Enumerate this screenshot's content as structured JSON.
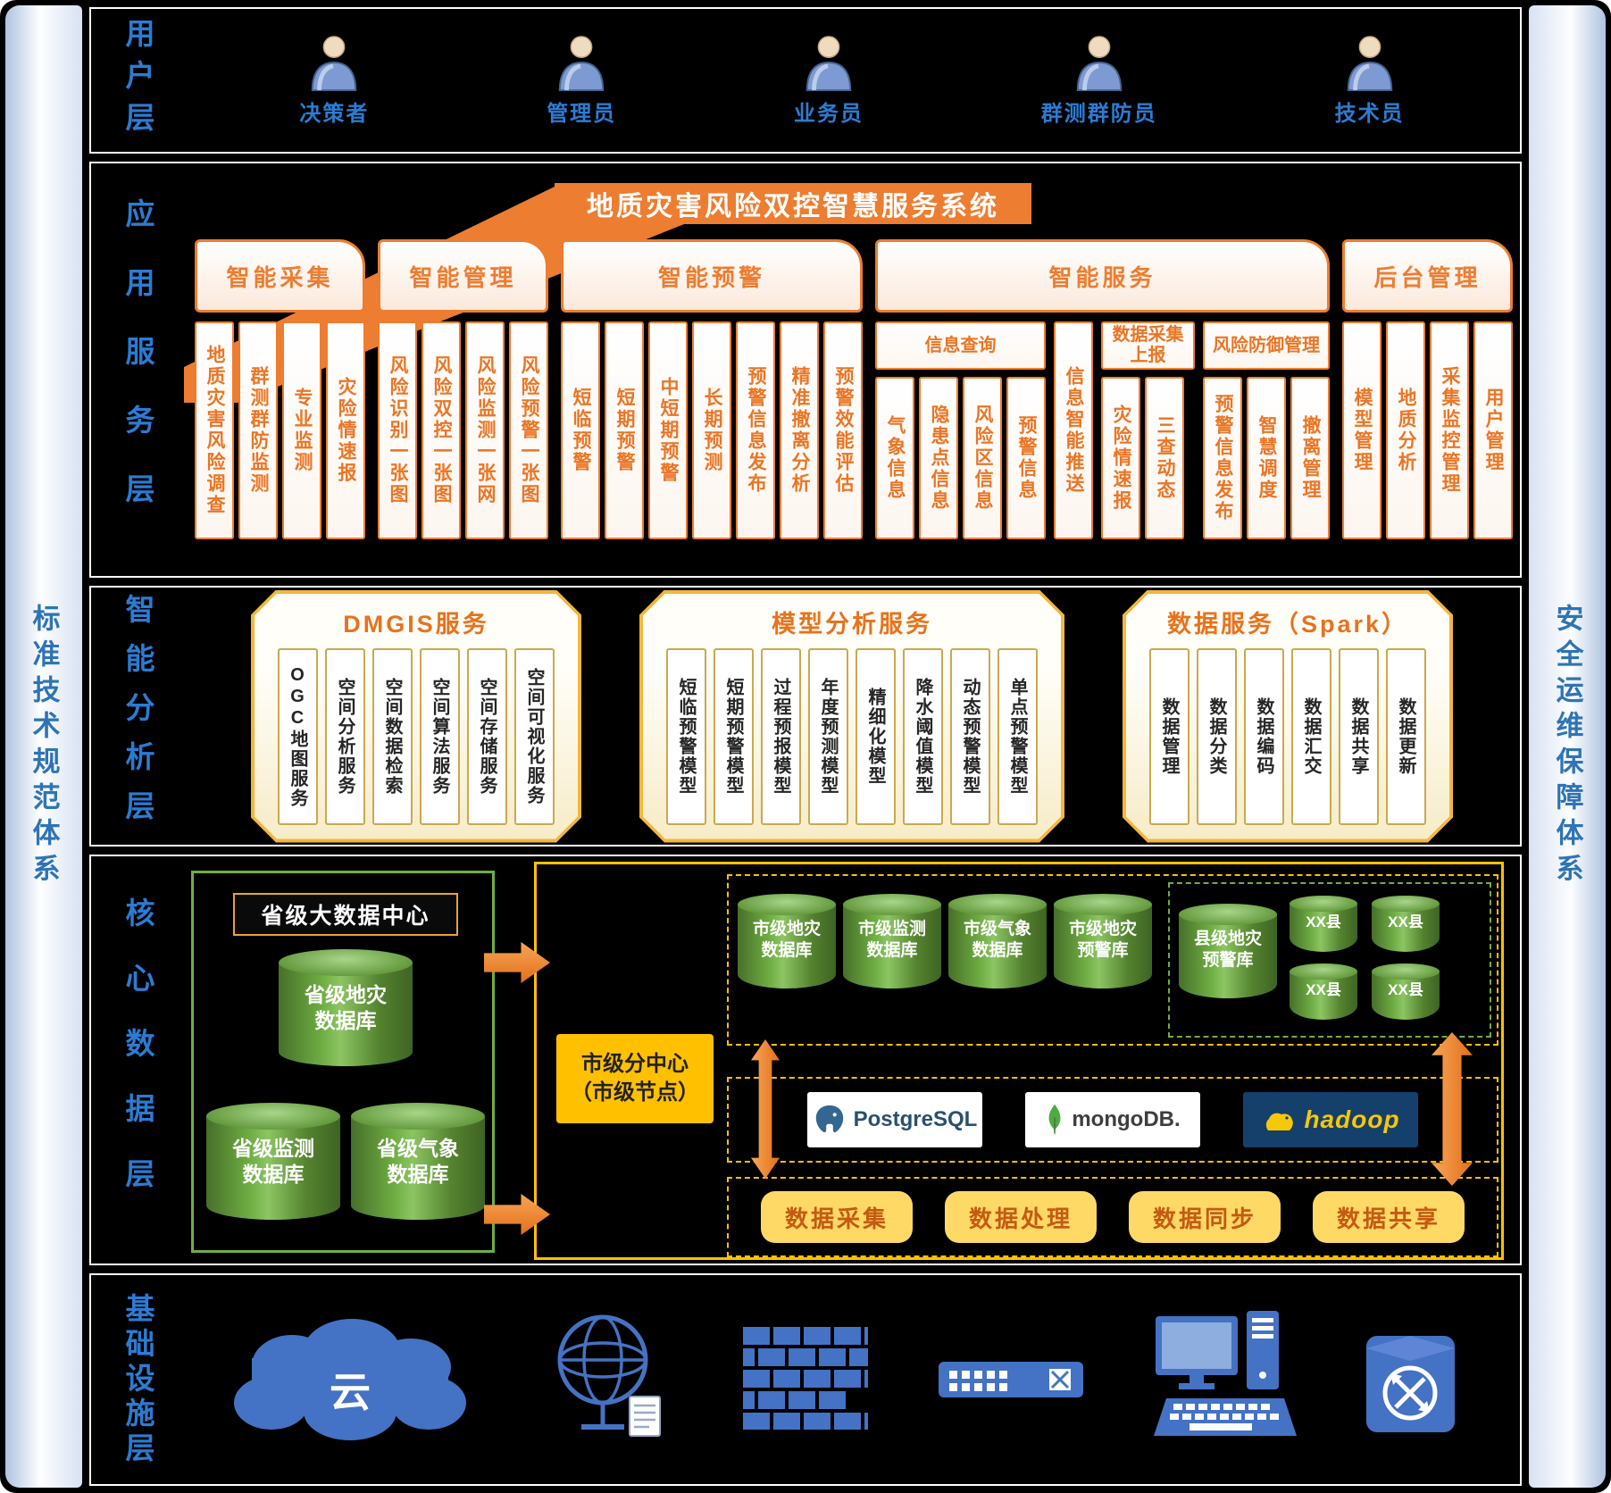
{
  "frame": {
    "left_sidebar": "标准技术规范体系",
    "right_sidebar": "安全运维保障体系"
  },
  "user_layer": {
    "label": "用户层",
    "users": [
      "决策者",
      "管理员",
      "业务员",
      "群测群防员",
      "技术员"
    ]
  },
  "app_layer": {
    "label": "应用服务层",
    "banner": "地质灾害风险双控智慧服务系统",
    "groups": [
      {
        "name": "智能采集",
        "items": [
          "地质灾害风险调查",
          "群测群防监测",
          "专业监测",
          "灾险情速报"
        ]
      },
      {
        "name": "智能管理",
        "items": [
          "风险识别一张图",
          "风险双控一张图",
          "风险监测一张网",
          "风险预警一张图"
        ]
      },
      {
        "name": "智能预警",
        "items": [
          "短临预警",
          "短期预警",
          "中短期预警",
          "长期预测",
          "预警信息发布",
          "精准撤离分析",
          "预警效能评估"
        ]
      },
      {
        "name": "智能服务",
        "subgroups": [
          {
            "name": "信息查询",
            "items": [
              "气象信息",
              "隐患点信息",
              "风险区信息",
              "预警信息"
            ]
          },
          {
            "name": "",
            "items": [
              "信息智能推送"
            ]
          },
          {
            "name": "数据采集上报",
            "items": [
              "灾险情速报",
              "三查动态"
            ]
          },
          {
            "name": "风险防御管理",
            "items": [
              "预警信息发布",
              "智慧调度",
              "撤离管理"
            ]
          }
        ]
      },
      {
        "name": "后台管理",
        "items": [
          "模型管理",
          "地质分析",
          "采集监控管理",
          "用户管理"
        ]
      }
    ]
  },
  "analysis_layer": {
    "label": "智能分析层",
    "panels": [
      {
        "title": "DMGIS服务",
        "items": [
          "OGC地图服务",
          "空间分析服务",
          "空间数据检索",
          "空间算法服务",
          "空间存储服务",
          "空间可视化服务"
        ]
      },
      {
        "title": "模型分析服务",
        "items": [
          "短临预警模型",
          "短期预警模型",
          "过程预报模型",
          "年度预测模型",
          "精细化模型",
          "降水阈值模型",
          "动态预警模型",
          "单点预警模型"
        ]
      },
      {
        "title": "数据服务（Spark）",
        "items": [
          "数据管理",
          "数据分类",
          "数据编码",
          "数据汇交",
          "数据共享",
          "数据更新"
        ]
      }
    ]
  },
  "data_layer": {
    "label": "核心数据层",
    "provincial": {
      "title": "省级大数据中心",
      "dbs": [
        "省级地灾数据库",
        "省级监测数据库",
        "省级气象数据库"
      ]
    },
    "city_node_line1": "市级分中心",
    "city_node_line2": "（市级节点）",
    "city_dbs": [
      "市级地灾数据库",
      "市级监测数据库",
      "市级气象数据库",
      "市级地灾预警库"
    ],
    "county_db": "县级地灾预警库",
    "county_small": [
      "XX县",
      "XX县",
      "XX县",
      "XX县"
    ],
    "tech": [
      "PostgreSQL",
      "mongoDB.",
      "hadoop"
    ],
    "ops": [
      "数据采集",
      "数据处理",
      "数据同步",
      "数据共享"
    ]
  },
  "infra_layer": {
    "label": "基础设施层",
    "cloud": "云"
  }
}
